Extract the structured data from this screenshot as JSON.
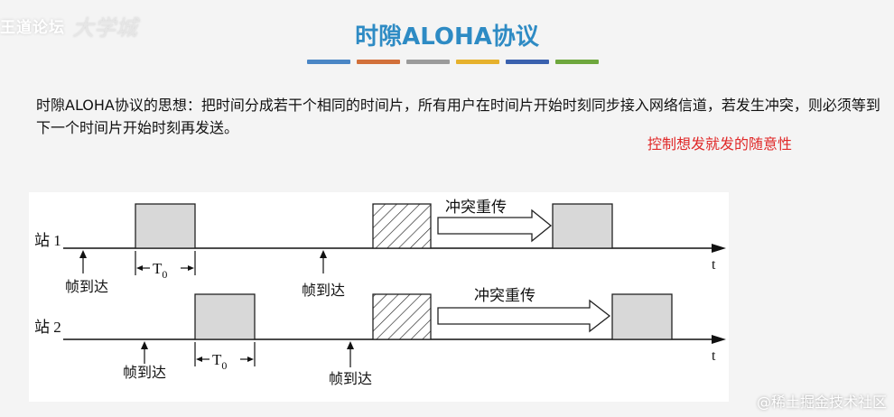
{
  "header": {
    "logo_text": "王道论坛",
    "logo_mark": "大学城"
  },
  "title": "时隙ALOHA协议",
  "color_bar": [
    "#4a86c5",
    "#d2703a",
    "#9b9b9b",
    "#e6b12c",
    "#3a61ae",
    "#6ea73d"
  ],
  "description": "时隙ALOHA协议的思想：把时间分成若干个相同的时间片，所有用户在时间片开始时刻同步接入网络信道，若发生冲突，则必须等到下一个时间片开始时刻再发送。",
  "note": "控制想发就发的随意性",
  "diagram": {
    "time_label": "t",
    "stations": [
      {
        "label": "站 1",
        "frame_arrivals": [
          {
            "label": "帧到达"
          },
          {
            "label": "帧到达"
          }
        ],
        "slot_label": "T",
        "slot_subscript": "0",
        "retransmit_label": "冲突重传"
      },
      {
        "label": "站 2",
        "frame_arrivals": [
          {
            "label": "帧到达"
          },
          {
            "label": "帧到达"
          }
        ],
        "slot_label": "T",
        "slot_subscript": "0",
        "retransmit_label": "冲突重传"
      }
    ]
  },
  "watermark": "@稀土掘金技术社区"
}
